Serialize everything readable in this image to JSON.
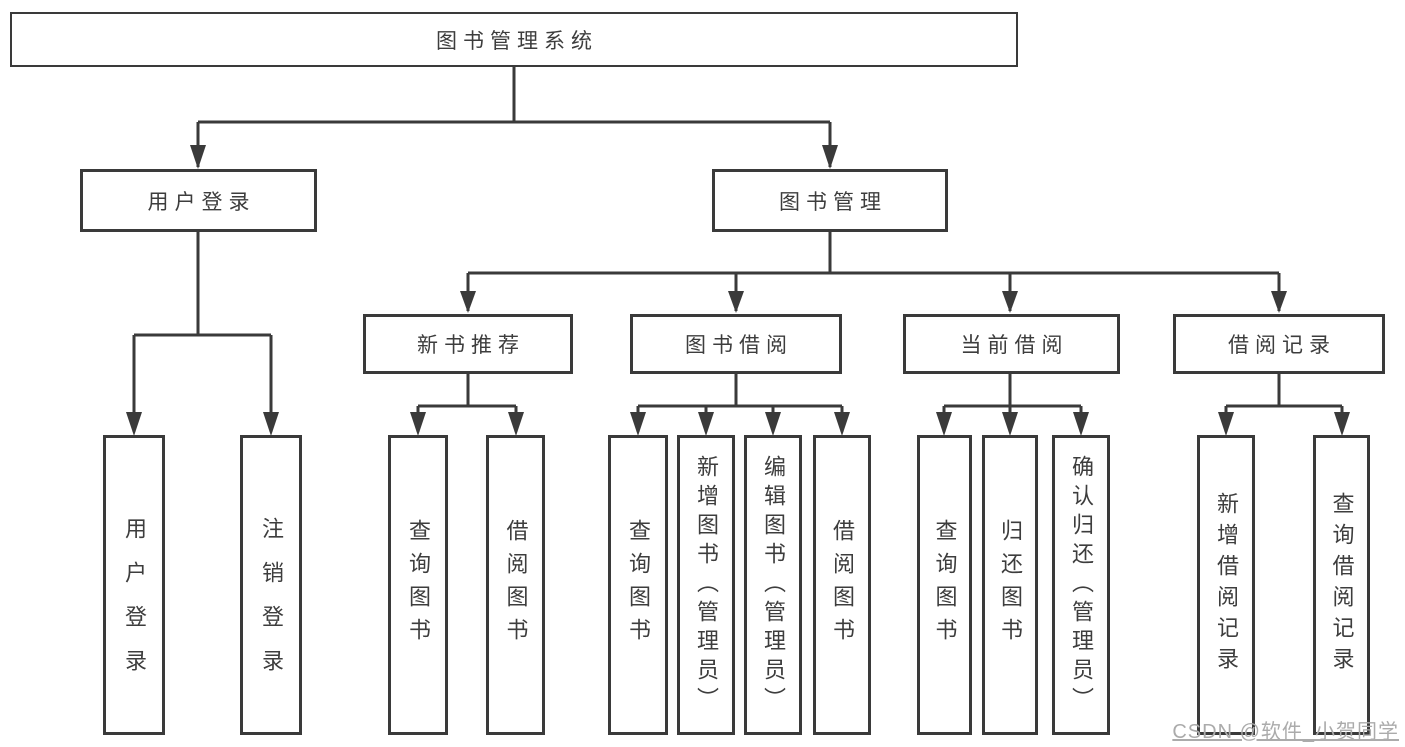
{
  "tree": {
    "root": {
      "label": "图书管理系统"
    },
    "branches": [
      {
        "label": "用户登录",
        "children": [
          {
            "label": "用户登录"
          },
          {
            "label": "注销登录"
          }
        ]
      },
      {
        "label": "图书管理",
        "children": [
          {
            "label": "新书推荐",
            "children": [
              {
                "label": "查询图书"
              },
              {
                "label": "借阅图书"
              }
            ]
          },
          {
            "label": "图书借阅",
            "children": [
              {
                "label": "查询图书"
              },
              {
                "label": "新增图书（管理员）"
              },
              {
                "label": "编辑图书（管理员）"
              },
              {
                "label": "借阅图书"
              }
            ]
          },
          {
            "label": "当前借阅",
            "children": [
              {
                "label": "查询图书"
              },
              {
                "label": "归还图书"
              },
              {
                "label": "确认归还（管理员）"
              }
            ]
          },
          {
            "label": "借阅记录",
            "children": [
              {
                "label": "新增借阅记录"
              },
              {
                "label": "查询借阅记录"
              }
            ]
          }
        ]
      }
    ]
  },
  "watermark": "CSDN @软件_小贺同学",
  "colors": {
    "line": "#3a3a3a",
    "text": "#3d3d3d",
    "watermark": "#ababab",
    "background": "#ffffff"
  }
}
